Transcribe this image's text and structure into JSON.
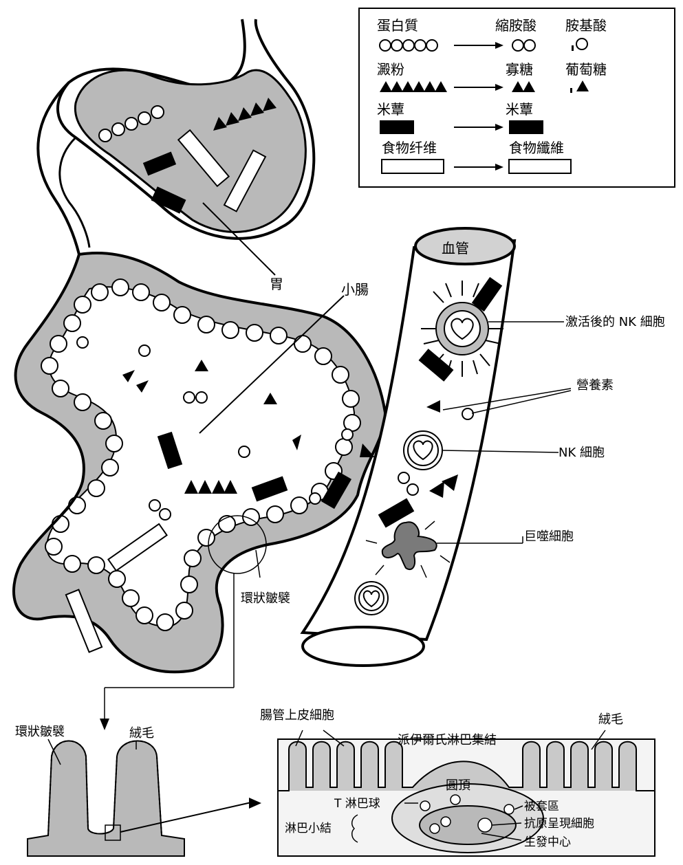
{
  "legend": {
    "protein": "蛋白質",
    "dipeptide": "縮胺酸",
    "amino_acid": "胺基酸",
    "starch": "澱粉",
    "oligosaccharide": "寡糖",
    "glucose": "葡萄糖",
    "mizuna_before": "米蕈",
    "mizuna_after": "米蕈",
    "fiber_before": "食物纤维",
    "fiber_after": "食物纖維"
  },
  "labels": {
    "stomach": "胃",
    "small_intestine": "小腸",
    "blood_vessel": "血管",
    "activated_nk": "激活後的 NK 細胞",
    "nutrients": "營養素",
    "nk_cell": "NK 細胞",
    "macrophage": "巨噬細胞",
    "circular_fold": "環狀皺襞"
  },
  "detail": {
    "circular_fold": "環狀皺襞",
    "villi_left": "絨毛",
    "epithelial_cells": "腸管上皮細胞",
    "peyers_patch": "派伊爾氏淋巴集結",
    "villi_right": "絨毛",
    "dome": "圓頂",
    "t_lymphocyte": "T 淋巴球",
    "mantle_zone": "被套區",
    "antigen_presenting": "抗原呈現細胞",
    "lymph_nodule": "淋巴小結",
    "germinal_center": "生發中心"
  },
  "colors": {
    "tissue_gray": "#b9b9b9",
    "vessel_fill": "#ffffff",
    "line": "#000000",
    "macrophage": "#7a7a7a"
  }
}
